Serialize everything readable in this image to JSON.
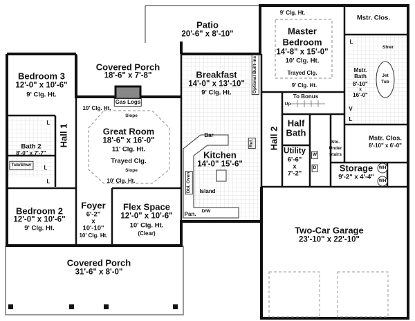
{
  "rooms": {
    "patio": {
      "name": "Patio",
      "dims": "20'-6\" x 8'-10\""
    },
    "covered_porch_rear": {
      "name": "Covered Porch",
      "dims": "18'-6\" x 7'-8\""
    },
    "bedroom3": {
      "name": "Bedroom 3",
      "dims": "12'-0\" x 10'-6\"",
      "ceiling": "9' Clg. Ht."
    },
    "great_room": {
      "name": "Great Room",
      "dims": "18'-6\" x 16'-0\"",
      "ceiling": "11' Clg. Ht.",
      "note": "Trayed Clg.",
      "gas_logs": "Gas Logs",
      "ceiling_edge_top": "10' Clg. Ht.",
      "ceiling_edge_bottom": "10' Clg. Ht.",
      "slope": "Slope"
    },
    "bath2": {
      "name": "Bath 2",
      "dims": "8'-0\" x 7'-7\"",
      "tub": "Tub/Shwr"
    },
    "hall1": {
      "name": "Hall 1"
    },
    "linen": "L",
    "bedroom2": {
      "name": "Bedroom 2",
      "dims": "12'-0\" x 10'-6\"",
      "ceiling": "9' Clg. Ht."
    },
    "foyer": {
      "name": "Foyer",
      "dim_w": "6'-2\"",
      "x": "x",
      "dim_l": "10'-10\"",
      "ceiling": "10' Clg. Ht."
    },
    "flex_space": {
      "name": "Flex Space",
      "dims": "12'-0\" x 10'-6\"",
      "ceiling": "10' Clg. Ht.",
      "note": "(Clear)"
    },
    "covered_porch_front": {
      "name": "Covered Porch",
      "dims": "31'-6\" x 8'-0\""
    },
    "breakfast": {
      "name": "Breakfast",
      "dims": "14'-0\" x 13'-10\"",
      "ceiling": "9' Clg. Ht.",
      "builtins": "Optional Built-ins"
    },
    "kitchen": {
      "name": "Kitchen",
      "dims": "14'-0\" 15'-6\"",
      "bar": "Bar",
      "ref": "Ref.",
      "oven": "Dbl. Oven",
      "island": "Island",
      "pantry": "Pan.",
      "dw": "D/W"
    },
    "hall2": {
      "name": "Hall 2"
    },
    "master_bedroom": {
      "name1": "Master",
      "name2": "Bedroom",
      "dims": "14'-8\" x 15'-0\"",
      "ceiling": "10' Clg. Ht.",
      "note": "Trayed Clg.",
      "edge_top": "9' Clg. Ht.",
      "edge_bottom": "9' Clg. Ht."
    },
    "master_closet_top": {
      "name": "Mstr. Clos."
    },
    "master_bath": {
      "name1": "Mstr.",
      "name2": "Bath",
      "dim_w": "8'-10\"",
      "x": "x",
      "dim_l": "16'-0\"",
      "shower": "Shwr",
      "tub1": "Jet",
      "tub2": "Tub",
      "v": "V"
    },
    "master_closet": {
      "name": "Mstr. Clos.",
      "dims": "8'-10\" x 6'-0\""
    },
    "stairs": {
      "to_bonus": "To Bonus",
      "up": "Up"
    },
    "half_bath": {
      "name1": "Half",
      "name2": "Bath"
    },
    "utility": {
      "name": "Utility",
      "dim_w": "6'-6\"",
      "x": "x",
      "dim_l": "7'-2\"",
      "washer": "W",
      "dryer": "D"
    },
    "storage_under_stairs": {
      "l1": "Sto.",
      "l2": "Under",
      "l3": "Stairs"
    },
    "storage": {
      "name": "Storage",
      "dims": "9'-2\" x 4'-4\""
    },
    "water_heater": "WH",
    "garage": {
      "name": "Two-Car Garage",
      "dims": "23'-10\" x 22'-10\""
    }
  }
}
